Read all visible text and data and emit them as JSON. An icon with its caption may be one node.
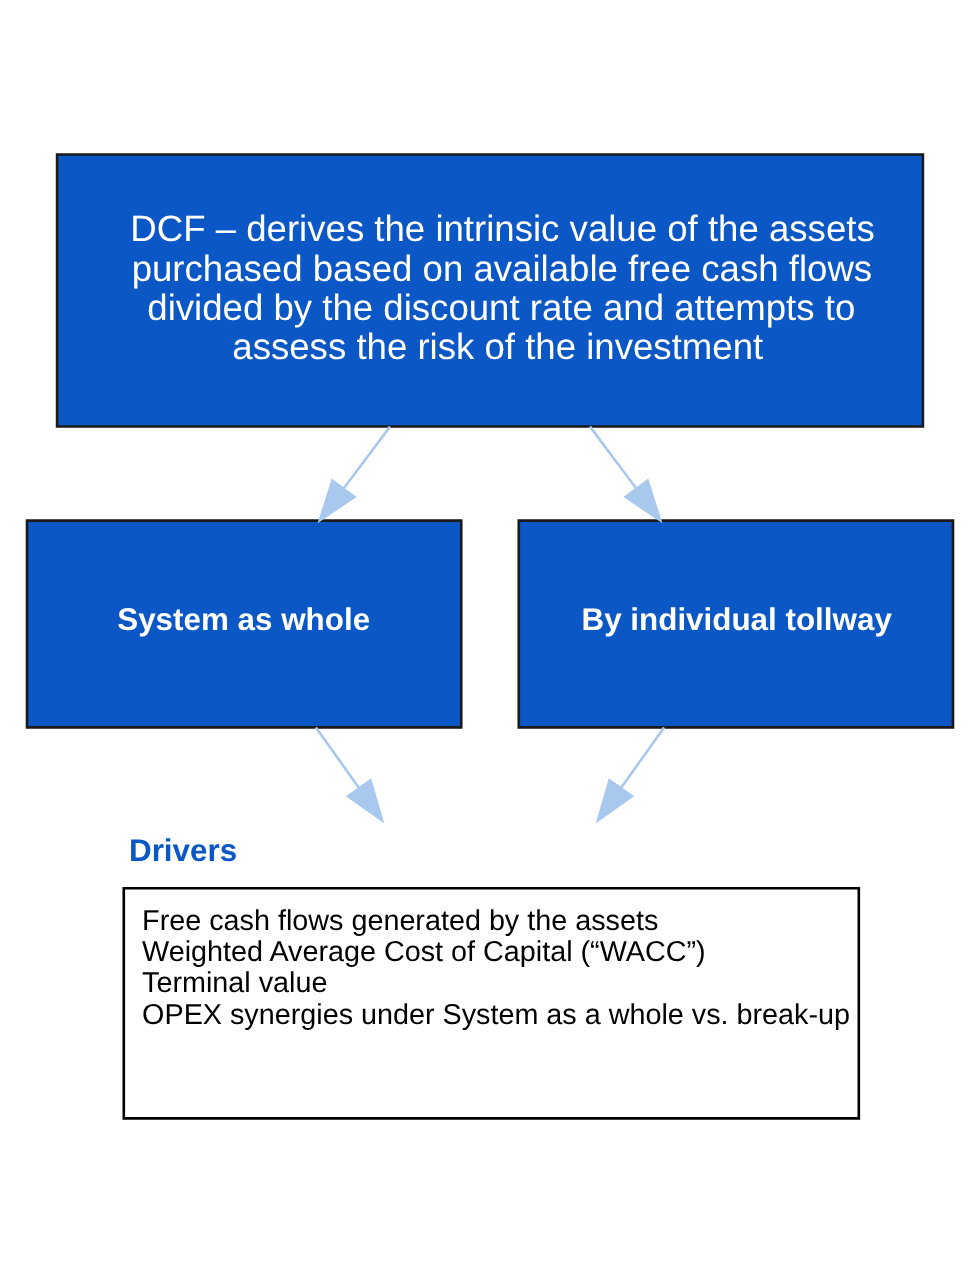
{
  "diagram": {
    "nodes": [
      {
        "text": [
          "DCF – derives the intrinsic value of the assets purchased based on available free cash flows divided by the discount rate and attempts to assess the risk of the investment"
        ]
      },
      {
        "text": [
          "System as whole"
        ]
      },
      {
        "text": [
          "By individual tollway"
        ]
      },
      {
        "text": [
          "Drivers",
          "Free cash flows generated by the assets",
          "Weighted Average Cost of Capital (“WACC”)",
          "Terminal value",
          "OPEX synergies under System as a whole vs. break-up"
        ]
      }
    ],
    "edges": [
      {
        "from": 0,
        "to": 1,
        "arrow": "to"
      },
      {
        "from": 0,
        "to": 2,
        "arrow": "to"
      },
      {
        "from": 1,
        "to": 3,
        "arrow": "to"
      },
      {
        "from": 2,
        "to": 3,
        "arrow": "to"
      }
    ]
  }
}
